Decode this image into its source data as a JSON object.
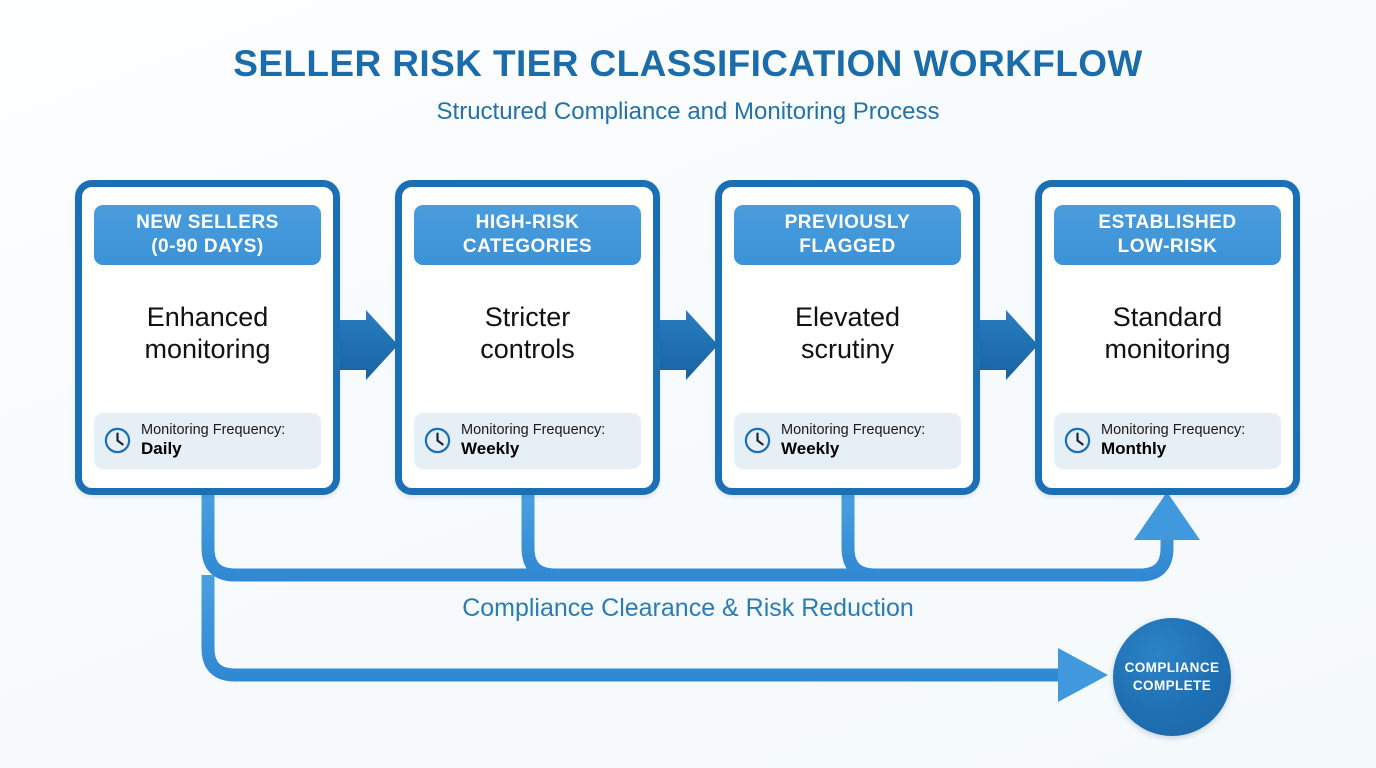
{
  "header": {
    "title": "SELLER RISK TIER CLASSIFICATION WORKFLOW",
    "subtitle": "Structured Compliance and Monitoring Process"
  },
  "colors": {
    "title": "#1a6cab",
    "subtitle": "#2272ab",
    "card_border": "#1a6fb5",
    "card_header_bg": "#3b92d6",
    "chip_bg": "#e7eff6",
    "arrow_forward": "#1a6fb5",
    "arrow_feedback": "#3f96dd",
    "terminal_bg": "#1f6fb2",
    "background": "#ffffff"
  },
  "stages": [
    {
      "header": "NEW SELLERS\n(0-90 DAYS)",
      "body": "Enhanced\nmonitoring",
      "chip_icon": "clock-icon",
      "chip_label": "Monitoring Frequency:",
      "chip_value": "Daily"
    },
    {
      "header": "HIGH-RISK\nCATEGORIES",
      "body": "Stricter\ncontrols",
      "chip_icon": "clock-icon",
      "chip_label": "Monitoring Frequency:",
      "chip_value": "Weekly"
    },
    {
      "header": "PREVIOUSLY\nFLAGGED",
      "body": "Elevated\nscrutiny",
      "chip_icon": "clock-icon",
      "chip_label": "Monitoring Frequency:",
      "chip_value": "Weekly"
    },
    {
      "header": "ESTABLISHED\nLOW-RISK",
      "body": "Standard\nmonitoring",
      "chip_icon": "clock-icon",
      "chip_label": "Monitoring Frequency:",
      "chip_value": "Monthly"
    }
  ],
  "feedback_loop": {
    "label": "Compliance Clearance & Risk Reduction"
  },
  "terminal": {
    "label": "COMPLIANCE\nCOMPLETE"
  }
}
